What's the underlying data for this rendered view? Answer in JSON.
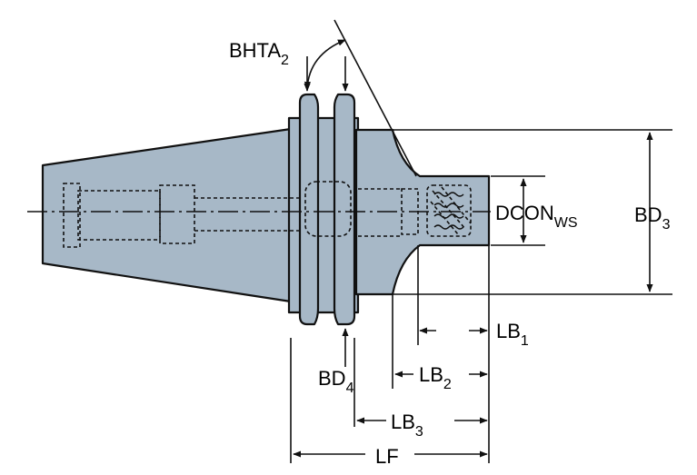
{
  "colors": {
    "body_fill": "#a7b8c7",
    "outline": "#111111",
    "background": "#ffffff"
  },
  "labels": {
    "bhta": {
      "main": "BHTA",
      "sub": "2"
    },
    "dcon": {
      "main": "DCON",
      "sub": "WS"
    },
    "bd3": {
      "main": "BD",
      "sub": "3"
    },
    "bd4": {
      "main": "BD",
      "sub": "4"
    },
    "lb1": {
      "main": "LB",
      "sub": "1"
    },
    "lb2": {
      "main": "LB",
      "sub": "2"
    },
    "lb3": {
      "main": "LB",
      "sub": "3"
    },
    "lf": {
      "main": "LF"
    }
  }
}
